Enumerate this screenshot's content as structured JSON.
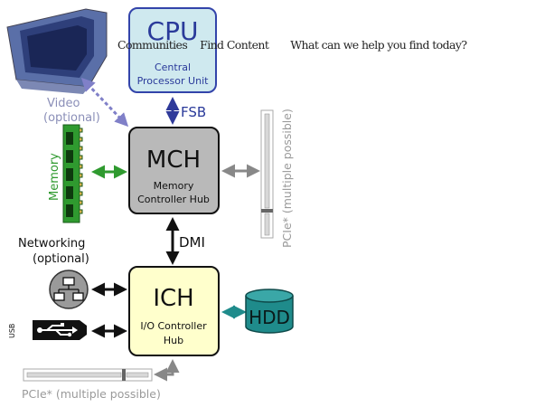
{
  "diagram": {
    "cpu": {
      "title": "CPU",
      "line1": "Central",
      "line2": "Processor Unit"
    },
    "fsb": "FSB",
    "mch": {
      "title": "MCH",
      "line1": "Memory",
      "line2": "Controller Hub"
    },
    "dmi": "DMI",
    "ich": {
      "title": "ICH",
      "line1": "I/O Controller",
      "line2": "Hub"
    },
    "hdd": "HDD",
    "video": {
      "line1": "Video",
      "line2": "(optional)"
    },
    "memory": "Memory",
    "networking": {
      "line1": "Networking",
      "line2": "(optional)"
    },
    "usb": "USB",
    "pcie_right": "PCIe* (multiple possible)",
    "pcie_bottom": "PCIe* (multiple possible)"
  },
  "nav": {
    "communities": "Communities",
    "find_content": "Find Content",
    "search_prompt": "What can we help you find today?"
  },
  "colors": {
    "cpu_fill": "#cfe9ef",
    "cpu_stroke": "#3344aa",
    "mch_fill": "#b9b9b9",
    "ich_fill": "#ffffcc",
    "memory_green": "#2f9a2f",
    "hdd_teal": "#1f8b8b",
    "bus_blue": "#2f3a9a",
    "arrow_gray": "#888888"
  }
}
